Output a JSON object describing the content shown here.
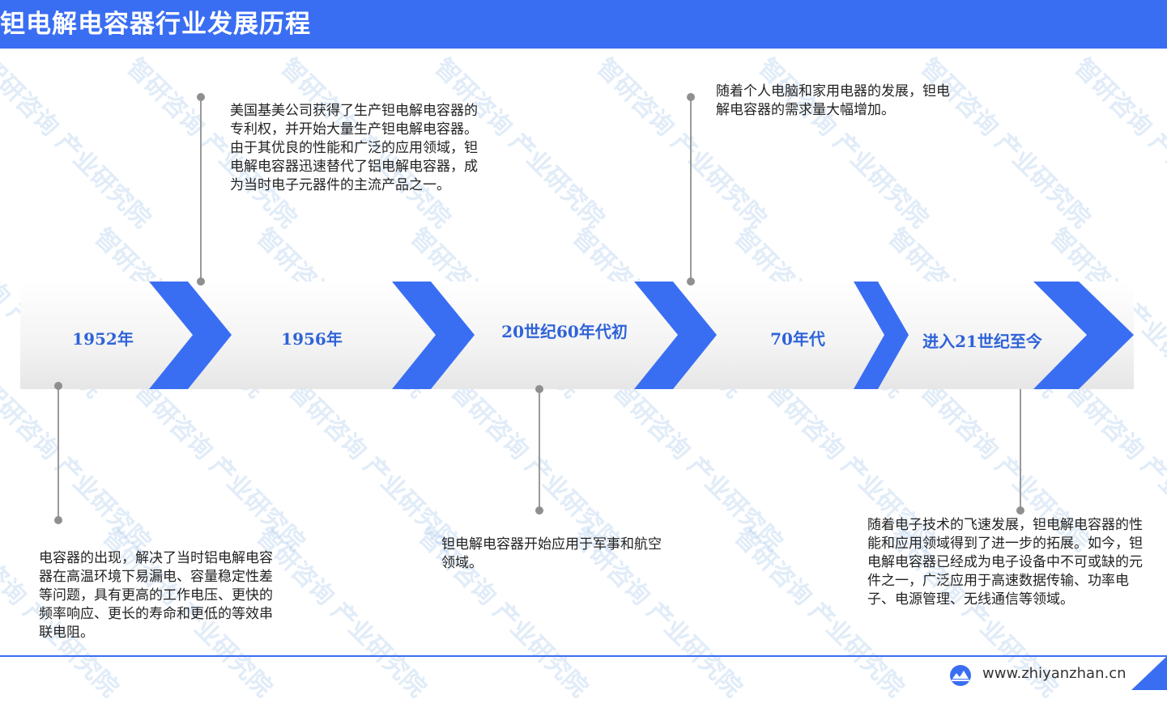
{
  "header": {
    "title": "钽电解电容器行业发展历程"
  },
  "watermark": {
    "text": "智研咨询 产业研究院"
  },
  "colors": {
    "accent": "#3a6ef2",
    "label": "#2f63d8"
  },
  "stages": [
    {
      "label": "1952年",
      "description": "电容器的出现，解决了当时铝电解电容器在高温环境下易漏电、容量稳定性差等问题，具有更高的工作电压、更快的频率响应、更长的寿命和更低的等效串联电阻。"
    },
    {
      "label": "1956年",
      "description": "美国基美公司获得了生产钽电解电容器的专利权，并开始大量生产钽电解电容器。由于其优良的性能和广泛的应用领域，钽电解电容器迅速替代了铝电解电容器，成为当时电子元器件的主流产品之一。"
    },
    {
      "label": "20世纪60年代初",
      "description": "钽电解电容器开始应用于军事和航空领域。"
    },
    {
      "label": "70年代",
      "description": "随着个人电脑和家用电器的发展，钽电解电容器的需求量大幅增加。"
    },
    {
      "label": "进入21世纪至今",
      "description": "随着电子技术的飞速发展，钽电解电容器的性能和应用领域得到了进一步的拓展。如今，钽电解电容器已经成为电子设备中不可或缺的元件之一，广泛应用于高速数据传输、功率电子、电源管理、无线通信等领域。"
    }
  ],
  "footer": {
    "site": "www.zhiyanzhan.cn",
    "logo_icon": "globe-logo-icon"
  }
}
